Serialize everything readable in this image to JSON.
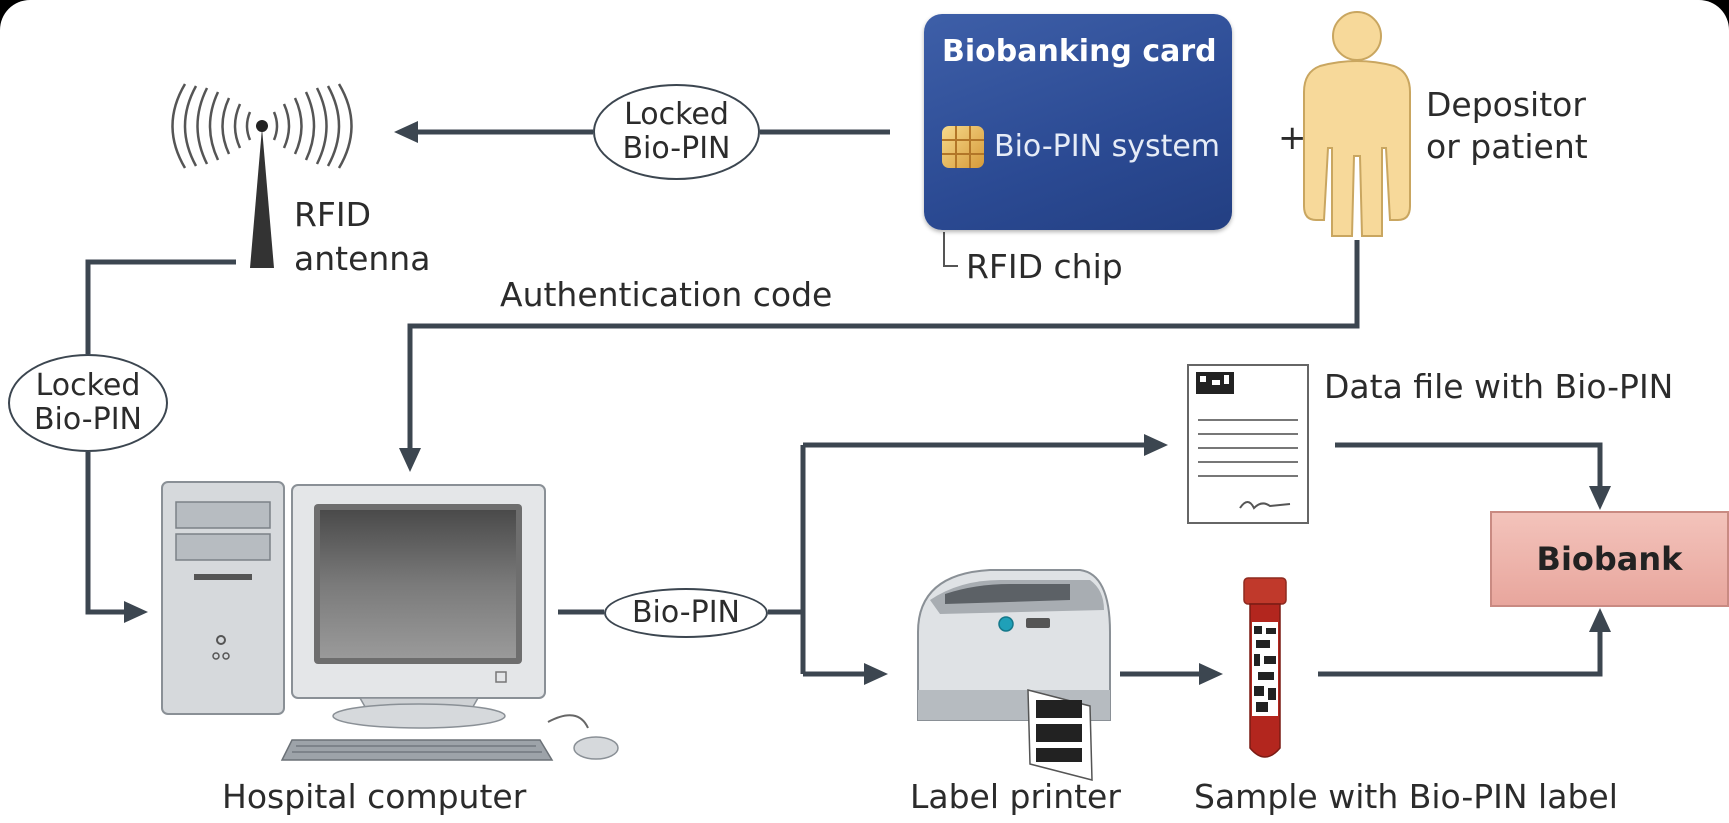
{
  "card": {
    "title": "Biobanking card",
    "system": "Bio-PIN system"
  },
  "labels": {
    "depositor_line1": "Depositor",
    "depositor_line2": "or patient",
    "plus": "+",
    "rfid_line1": "RFID",
    "rfid_line2": "antenna",
    "rfid_chip": "RFID chip",
    "auth_code": "Authentication code",
    "data_file": "Data file with Bio-PIN",
    "hospital_computer": "Hospital computer",
    "label_printer": "Label printer",
    "sample": "Sample with Bio-PIN label",
    "biobank": "Biobank"
  },
  "ovals": {
    "top_line1": "Locked",
    "top_line2": "Bio-PIN",
    "left_line1": "Locked",
    "left_line2": "Bio-PIN",
    "biopin": "Bio-PIN"
  },
  "colors": {
    "arrow": "#3c4650",
    "card": "#2b4a93",
    "biobank": "#eab0a8",
    "person": "#f7d99a",
    "tube_cap": "#c0392b"
  }
}
